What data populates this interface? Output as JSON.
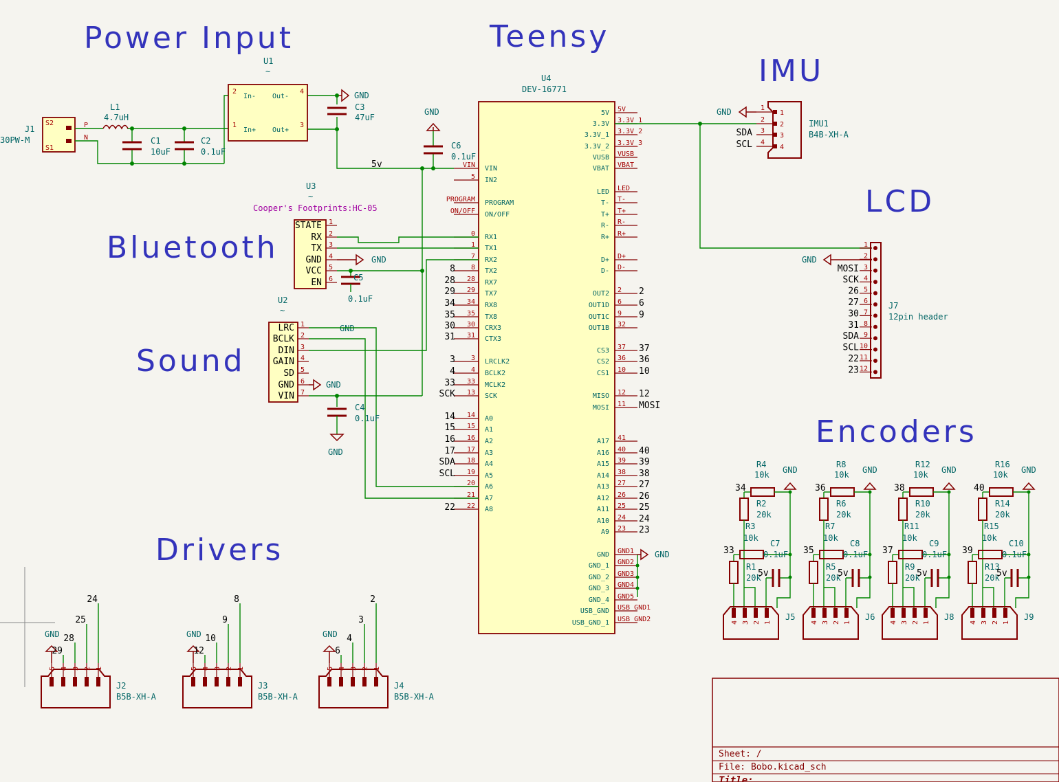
{
  "sections": {
    "power": "Power Input",
    "teensy": "Teensy",
    "imu": "IMU",
    "lcd": "LCD",
    "bluetooth": "Bluetooth",
    "sound": "Sound",
    "drivers": "Drivers",
    "encoders": "Encoders"
  },
  "power": {
    "j1_ref": "J1",
    "j1_val": "30PW-M",
    "l1_ref": "L1",
    "l1_val": "4.7uH",
    "c1_ref": "C1",
    "c1_val": "10uF",
    "c2_ref": "C2",
    "c2_val": "0.1uF",
    "c3_ref": "C3",
    "c3_val": "47uF",
    "u1_ref": "U1",
    "u1_val": "~",
    "u1_pins": [
      "In-",
      "In+",
      "Out-",
      "Out+"
    ],
    "gnd": "GND",
    "net_p": "P",
    "net_n": "N"
  },
  "teensy": {
    "ref": "U4",
    "val": "DEV-16771",
    "c6_ref": "C6",
    "c6_val": "0.1uF",
    "net_5v": "5v",
    "gnd_top": "GND",
    "left_pins": [
      {
        "name": "VIN",
        "num": "VIN"
      },
      {
        "name": "IN2",
        "num": "5"
      },
      {
        "name": "PROGRAM",
        "num": "PROGRAM"
      },
      {
        "name": "ON/OFF",
        "num": "ON/OFF"
      },
      {
        "name": "RX1",
        "num": "0"
      },
      {
        "name": "TX1",
        "num": "1"
      },
      {
        "name": "RX2",
        "num": "7"
      },
      {
        "name": "TX2",
        "num": "8"
      },
      {
        "name": "RX7",
        "num": "28"
      },
      {
        "name": "TX7",
        "num": "29"
      },
      {
        "name": "RX8",
        "num": "34"
      },
      {
        "name": "TX8",
        "num": "35"
      },
      {
        "name": "CRX3",
        "num": "30"
      },
      {
        "name": "CTX3",
        "num": "31"
      },
      {
        "name": "LRCLK2",
        "num": "3"
      },
      {
        "name": "BCLK2",
        "num": "4"
      },
      {
        "name": "MCLK2",
        "num": "33"
      },
      {
        "name": "SCK",
        "num": "13"
      },
      {
        "name": "A0",
        "num": "14"
      },
      {
        "name": "A1",
        "num": "15"
      },
      {
        "name": "A2",
        "num": "16"
      },
      {
        "name": "A3",
        "num": "17"
      },
      {
        "name": "A4",
        "num": "18"
      },
      {
        "name": "A5",
        "num": "19"
      },
      {
        "name": "A6",
        "num": "20"
      },
      {
        "name": "A7",
        "num": "21"
      },
      {
        "name": "A8",
        "num": "22"
      }
    ],
    "left_nets": [
      "",
      "",
      "",
      "",
      "",
      "",
      "",
      "8",
      "28",
      "29",
      "34",
      "35",
      "30",
      "31",
      "3",
      "4",
      "33",
      "SCK",
      "14",
      "15",
      "16",
      "17",
      "SDA",
      "SCL",
      "",
      "",
      "22"
    ],
    "right_pins": [
      {
        "name": "5V",
        "num": "5V"
      },
      {
        "name": "3.3V",
        "num": "3.3V_1"
      },
      {
        "name": "3.3V_1",
        "num": "3.3V_2"
      },
      {
        "name": "3.3V_2",
        "num": "3.3V_3"
      },
      {
        "name": "VUSB",
        "num": "VUSB"
      },
      {
        "name": "VBAT",
        "num": "VBAT"
      },
      {
        "name": "LED",
        "num": "LED"
      },
      {
        "name": "T-",
        "num": "T-"
      },
      {
        "name": "T+",
        "num": "T+"
      },
      {
        "name": "R-",
        "num": "R-"
      },
      {
        "name": "R+",
        "num": "R+"
      },
      {
        "name": "D+",
        "num": "D+"
      },
      {
        "name": "D-",
        "num": "D-"
      },
      {
        "name": "OUT2",
        "num": "2"
      },
      {
        "name": "OUT1D",
        "num": "6"
      },
      {
        "name": "OUT1C",
        "num": "9"
      },
      {
        "name": "OUT1B",
        "num": "32"
      },
      {
        "name": "CS3",
        "num": "37"
      },
      {
        "name": "CS2",
        "num": "36"
      },
      {
        "name": "CS1",
        "num": "10"
      },
      {
        "name": "MISO",
        "num": "12"
      },
      {
        "name": "MOSI",
        "num": "11"
      },
      {
        "name": "A17",
        "num": "41"
      },
      {
        "name": "A16",
        "num": "40"
      },
      {
        "name": "A15",
        "num": "39"
      },
      {
        "name": "A14",
        "num": "38"
      },
      {
        "name": "A13",
        "num": "27"
      },
      {
        "name": "A12",
        "num": "26"
      },
      {
        "name": "A11",
        "num": "25"
      },
      {
        "name": "A10",
        "num": "24"
      },
      {
        "name": "A9",
        "num": "23"
      },
      {
        "name": "GND",
        "num": "GND1"
      },
      {
        "name": "GND_1",
        "num": "GND2"
      },
      {
        "name": "GND_2",
        "num": "GND3"
      },
      {
        "name": "GND_3",
        "num": "GND4"
      },
      {
        "name": "GND_4",
        "num": "GND5"
      },
      {
        "name": "USB_GND",
        "num": "USB_GND1"
      },
      {
        "name": "USB_GND_1",
        "num": "USB_GND2"
      }
    ],
    "right_nets": [
      "",
      "",
      "",
      "",
      "",
      "",
      "",
      "",
      "",
      "",
      "",
      "",
      "",
      "2",
      "6",
      "9",
      "",
      "37",
      "36",
      "10",
      "12",
      "MOSI",
      "",
      "40",
      "39",
      "38",
      "27",
      "26",
      "25",
      "24",
      "23",
      "",
      "",
      "",
      "",
      "",
      "",
      ""
    ],
    "gnd_right": "GND"
  },
  "imu": {
    "ref": "IMU1",
    "val": "B4B-XH-A",
    "gnd": "GND",
    "nets": [
      "GND",
      "",
      "SDA",
      "SCL"
    ],
    "pins": [
      "1",
      "2",
      "3",
      "4"
    ]
  },
  "lcd": {
    "ref": "J7",
    "val": "12pin header",
    "gnd": "GND",
    "nets": [
      "",
      "",
      "MOSI",
      "SCK",
      "26",
      "27",
      "30",
      "31",
      "SDA",
      "SCL",
      "22",
      "23"
    ],
    "pins": [
      "1",
      "2",
      "3",
      "4",
      "5",
      "6",
      "7",
      "8",
      "9",
      "10",
      "11",
      "12"
    ]
  },
  "bluetooth": {
    "ref": "U3",
    "val": "~",
    "fp": "Cooper's Footprints:HC-05",
    "pins": [
      "STATE",
      "RX",
      "TX",
      "GND",
      "VCC",
      "EN"
    ],
    "nums": [
      "1",
      "2",
      "3",
      "4",
      "5",
      "6"
    ],
    "gnd": "GND",
    "c5_ref": "C5",
    "c5_val": "0.1uF",
    "gnd_below": "GND"
  },
  "sound": {
    "ref": "U2",
    "val": "~",
    "pins": [
      "LRC",
      "BCLK",
      "DIN",
      "GAIN",
      "SD",
      "GND",
      "VIN"
    ],
    "nums": [
      "1",
      "2",
      "3",
      "4",
      "5",
      "6",
      "7"
    ],
    "gnd": "GND",
    "c4_ref": "C4",
    "c4_val": "0.1uF",
    "c4_gnd": "GND"
  },
  "drivers": [
    {
      "ref": "J2",
      "val": "B5B-XH-A",
      "gnd": "GND",
      "nets": [
        "29",
        "28",
        "25",
        "24"
      ]
    },
    {
      "ref": "J3",
      "val": "B5B-XH-A",
      "gnd": "GND",
      "nets": [
        "12",
        "10",
        "9",
        "8"
      ]
    },
    {
      "ref": "J4",
      "val": "B5B-XH-A",
      "gnd": "GND",
      "nets": [
        "6",
        "4",
        "3",
        "2"
      ]
    }
  ],
  "driver_pins": [
    "5",
    "4",
    "3",
    "2",
    "1"
  ],
  "encoders": [
    {
      "ref": "J5",
      "ra": "R4",
      "rb": "R2",
      "rc": "R3",
      "rd": "R1",
      "c": "C7",
      "n1": "34",
      "n2": "33"
    },
    {
      "ref": "J6",
      "ra": "R8",
      "rb": "R6",
      "rc": "R7",
      "rd": "R5",
      "c": "C8",
      "n1": "36",
      "n2": "35"
    },
    {
      "ref": "J8",
      "ra": "R12",
      "rb": "R10",
      "rc": "R11",
      "rd": "R9",
      "c": "C9",
      "n1": "38",
      "n2": "37"
    },
    {
      "ref": "J9",
      "ra": "R16",
      "rb": "R14",
      "rc": "R15",
      "rd": "R13",
      "c": "C10",
      "n1": "40",
      "n2": "39"
    }
  ],
  "encoder_vals": {
    "r10k": "10k",
    "r20k": "20k",
    "cap": "0.1uF",
    "gnd": "GND",
    "v5": "5v"
  },
  "encoder_pins": [
    "4",
    "3",
    "2",
    "1"
  ],
  "title_block": {
    "sheet": "Sheet: /",
    "file": "File: Bobo.kicad_sch",
    "title": "Title:"
  }
}
